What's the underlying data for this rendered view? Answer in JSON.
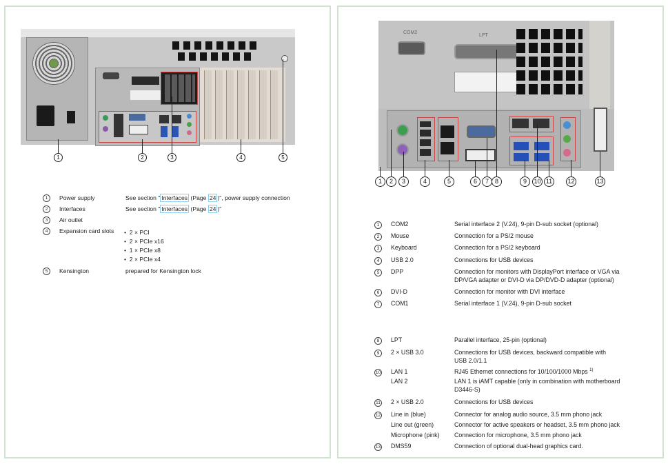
{
  "left": {
    "callouts": [
      "1",
      "2",
      "3",
      "4",
      "5"
    ],
    "legend": [
      {
        "num": "1",
        "label": "Power supply",
        "desc_pre": "See section \"",
        "link1": "Interfaces",
        "desc_mid": " (Page ",
        "link2": "24",
        "desc_post": ")\", power supply connection"
      },
      {
        "num": "2",
        "label": "Interfaces",
        "desc_pre": "See section \"",
        "link1": "Interfaces",
        "desc_mid": " (Page ",
        "link2": "24",
        "desc_post": ")\""
      },
      {
        "num": "3",
        "label": "Air outlet",
        "desc_pre": "",
        "link1": "",
        "desc_mid": "",
        "link2": "",
        "desc_post": ""
      },
      {
        "num": "4",
        "label": "Expansion card slots",
        "desc_pre": "",
        "link1": "",
        "desc_mid": "",
        "link2": "",
        "desc_post": ""
      },
      {
        "num": "5",
        "label": "Kensington",
        "desc_pre": "prepared for Kensington lock",
        "link1": "",
        "desc_mid": "",
        "link2": "",
        "desc_post": ""
      }
    ],
    "slots": [
      "2 × PCI",
      "2 × PCIe x16",
      "1 × PCIe x8",
      "2 × PCIe x4"
    ]
  },
  "right": {
    "photo_labels": {
      "com2": "COM2",
      "lpt": "LPT"
    },
    "callouts": [
      "1",
      "2",
      "3",
      "4",
      "5",
      "6",
      "7",
      "8",
      "9",
      "10",
      "11",
      "12",
      "13"
    ],
    "legend": [
      {
        "num": "1",
        "label": "COM2",
        "desc": "Serial interface 2 (V.24), 9-pin D-sub socket (optional)"
      },
      {
        "num": "2",
        "label": "Mouse",
        "desc": "Connection for a PS/2 mouse"
      },
      {
        "num": "3",
        "label": "Keyboard",
        "desc": "Connection for a PS/2 keyboard"
      },
      {
        "num": "4",
        "label": "USB 2.0",
        "desc": "Connections for USB devices"
      },
      {
        "num": "5",
        "label": "DPP",
        "desc": "Connection for monitors with DisplayPort interface or VGA via",
        "desc2": "DP/VGA adapter or DVI-D via DP/DVD-D adapter (optional)"
      },
      {
        "num": "6",
        "label": "DVI-D",
        "desc": "Connection for monitor with DVI interface"
      },
      {
        "num": "7",
        "label": "COM1",
        "desc": "Serial interface 1 (V.24), 9-pin D-sub socket"
      },
      {
        "num": "8",
        "label": "LPT",
        "desc": "Parallel interface, 25-pin (optional)"
      },
      {
        "num": "9",
        "label": "2 × USB 3.0",
        "desc": "Connections for USB devices, backward compatible with",
        "desc2": "USB 2.0/1.1"
      },
      {
        "num": "10",
        "label": "LAN 1",
        "desc": "RJ45 Ethernet connections for 10/100/1000 Mbps",
        "sup": "1)"
      },
      {
        "num": "",
        "label": "LAN 2",
        "desc": "LAN 1 is iAMT capable (only in combination with motherboard",
        "desc2": "D3446-S)"
      },
      {
        "num": "11",
        "label": "2 × USB 2.0",
        "desc": "Connections for USB devices"
      },
      {
        "num": "12",
        "label": "Line in (blue)",
        "desc": "Connector for analog audio source, 3.5 mm phono jack"
      },
      {
        "num": "",
        "label": "Line out (green)",
        "desc": "Connector for active speakers or headset, 3.5 mm phono jack"
      },
      {
        "num": "",
        "label": "Microphone (pink)",
        "desc": "Connection for microphone, 3.5 mm phono jack"
      },
      {
        "num": "13",
        "label": "DMS59",
        "desc": "Connection of optional dual-head graphics card."
      }
    ]
  }
}
